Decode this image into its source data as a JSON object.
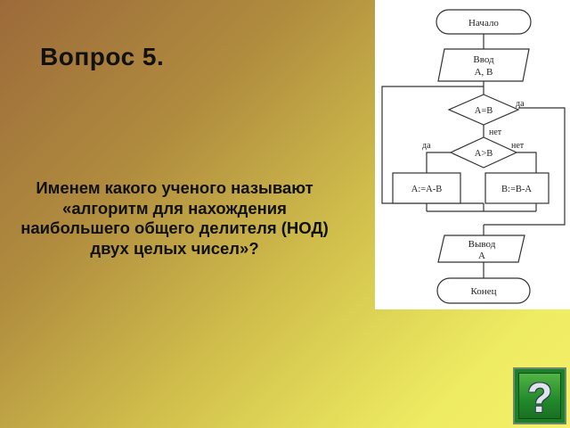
{
  "slide": {
    "title": "Вопрос 5.",
    "question": "Именем какого ученого называют «алгоритм для нахождения наибольшего общего делителя (НОД) двух целых чисел»?"
  },
  "flowchart": {
    "start": "Начало",
    "input_line1": "Ввод",
    "input_line2": "A, B",
    "cond_equal": "A=B",
    "cond_greater": "A>B",
    "yes_label_1": "да",
    "no_label_1": "нет",
    "yes_label_2": "да",
    "no_label_2": "нет",
    "assign_a": "A:=A-B",
    "assign_b": "B:=B-A",
    "output_line1": "Вывод",
    "output_line2": "A",
    "end": "Конец"
  },
  "help_button": {
    "glyph": "?",
    "icon": "question-mark-icon",
    "color": "#218a2a"
  }
}
